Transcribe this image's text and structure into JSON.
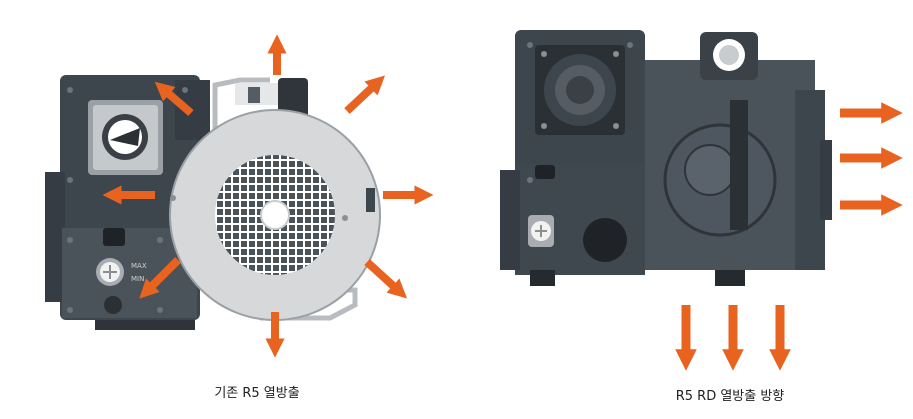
{
  "colors": {
    "arrow": "#e8631f",
    "body_dark": "#3d454d",
    "body_mid": "#4e5760",
    "body_light": "#6b747c",
    "fan_cover": "#d6d8da",
    "pipe": "#b8bcc0",
    "white": "#ffffff"
  },
  "left_figure": {
    "caption": "기존 R5 열방출",
    "oil_gauge_max": "MAX",
    "oil_gauge_min": "MIN"
  },
  "right_figure": {
    "caption": "R5 RD 열방출 방향"
  }
}
